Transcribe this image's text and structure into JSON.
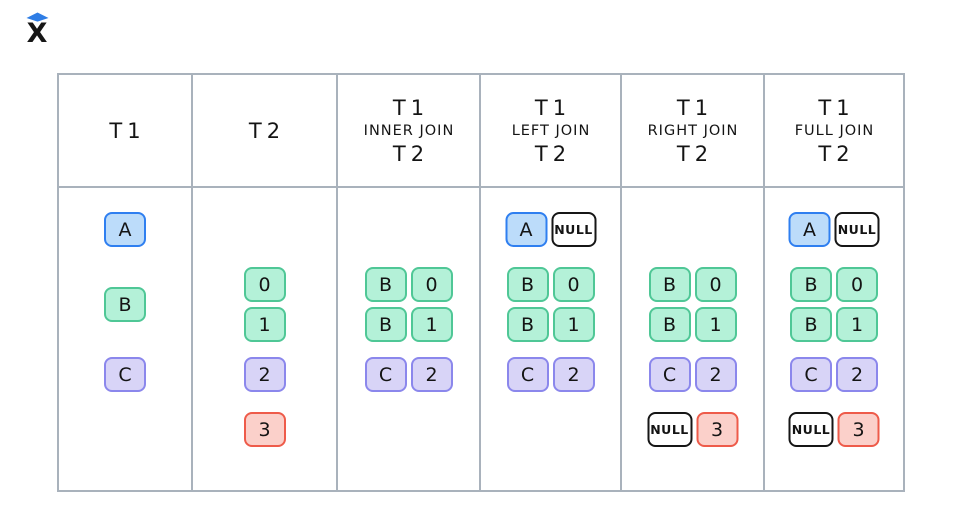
{
  "logo": {
    "letter": "X",
    "diamond_icon": "blue-diamond"
  },
  "palette": {
    "text": "#141414",
    "grid": "#a9b2bc",
    "logo_blue": "#2e7de5",
    "blue_fill": "#bcdcfa",
    "blue_border": "#2f7ff0",
    "green_fill": "#b4f1d8",
    "green_border": "#4fc796",
    "purple_fill": "#d8d4f7",
    "purple_border": "#8b87ec",
    "red_fill": "#fbd0ca",
    "red_border": "#ee5b4a",
    "null_fill": "#ffffff",
    "null_border": "#161616"
  },
  "table": {
    "columns": [
      {
        "id": "t1",
        "header": [
          "T1"
        ],
        "rows": [
          {
            "slot": "r1",
            "boxes": [
              {
                "label": "A",
                "color": "blue"
              }
            ]
          },
          {
            "slot": "r2m",
            "boxes": [
              {
                "label": "B",
                "color": "green"
              }
            ]
          },
          {
            "slot": "r4",
            "boxes": [
              {
                "label": "C",
                "color": "purple"
              }
            ]
          }
        ]
      },
      {
        "id": "t2",
        "header": [
          "T2"
        ],
        "rows": [
          {
            "slot": "r2",
            "boxes": [
              {
                "label": "0",
                "color": "green"
              }
            ]
          },
          {
            "slot": "r3",
            "boxes": [
              {
                "label": "1",
                "color": "green"
              }
            ]
          },
          {
            "slot": "r4",
            "boxes": [
              {
                "label": "2",
                "color": "purple"
              }
            ]
          },
          {
            "slot": "r5",
            "boxes": [
              {
                "label": "3",
                "color": "red"
              }
            ]
          }
        ]
      },
      {
        "id": "inner-join",
        "header": [
          "T1",
          "INNER JOIN",
          "T2"
        ],
        "rows": [
          {
            "slot": "r2",
            "boxes": [
              {
                "label": "B",
                "color": "green"
              },
              {
                "label": "0",
                "color": "green"
              }
            ]
          },
          {
            "slot": "r3",
            "boxes": [
              {
                "label": "B",
                "color": "green"
              },
              {
                "label": "1",
                "color": "green"
              }
            ]
          },
          {
            "slot": "r4",
            "boxes": [
              {
                "label": "C",
                "color": "purple"
              },
              {
                "label": "2",
                "color": "purple"
              }
            ]
          }
        ]
      },
      {
        "id": "left-join",
        "header": [
          "T1",
          "LEFT JOIN",
          "T2"
        ],
        "rows": [
          {
            "slot": "r1",
            "boxes": [
              {
                "label": "A",
                "color": "blue"
              },
              {
                "label": "NULL",
                "color": "null"
              }
            ]
          },
          {
            "slot": "r2",
            "boxes": [
              {
                "label": "B",
                "color": "green"
              },
              {
                "label": "0",
                "color": "green"
              }
            ]
          },
          {
            "slot": "r3",
            "boxes": [
              {
                "label": "B",
                "color": "green"
              },
              {
                "label": "1",
                "color": "green"
              }
            ]
          },
          {
            "slot": "r4",
            "boxes": [
              {
                "label": "C",
                "color": "purple"
              },
              {
                "label": "2",
                "color": "purple"
              }
            ]
          }
        ]
      },
      {
        "id": "right-join",
        "header": [
          "T1",
          "RIGHT JOIN",
          "T2"
        ],
        "rows": [
          {
            "slot": "r2",
            "boxes": [
              {
                "label": "B",
                "color": "green"
              },
              {
                "label": "0",
                "color": "green"
              }
            ]
          },
          {
            "slot": "r3",
            "boxes": [
              {
                "label": "B",
                "color": "green"
              },
              {
                "label": "1",
                "color": "green"
              }
            ]
          },
          {
            "slot": "r4",
            "boxes": [
              {
                "label": "C",
                "color": "purple"
              },
              {
                "label": "2",
                "color": "purple"
              }
            ]
          },
          {
            "slot": "r5",
            "boxes": [
              {
                "label": "NULL",
                "color": "null"
              },
              {
                "label": "3",
                "color": "red"
              }
            ]
          }
        ]
      },
      {
        "id": "full-join",
        "header": [
          "T1",
          "FULL JOIN",
          "T2"
        ],
        "rows": [
          {
            "slot": "r1",
            "boxes": [
              {
                "label": "A",
                "color": "blue"
              },
              {
                "label": "NULL",
                "color": "null"
              }
            ]
          },
          {
            "slot": "r2",
            "boxes": [
              {
                "label": "B",
                "color": "green"
              },
              {
                "label": "0",
                "color": "green"
              }
            ]
          },
          {
            "slot": "r3",
            "boxes": [
              {
                "label": "B",
                "color": "green"
              },
              {
                "label": "1",
                "color": "green"
              }
            ]
          },
          {
            "slot": "r4",
            "boxes": [
              {
                "label": "C",
                "color": "purple"
              },
              {
                "label": "2",
                "color": "purple"
              }
            ]
          },
          {
            "slot": "r5",
            "boxes": [
              {
                "label": "NULL",
                "color": "null"
              },
              {
                "label": "3",
                "color": "red"
              }
            ]
          }
        ]
      }
    ]
  }
}
